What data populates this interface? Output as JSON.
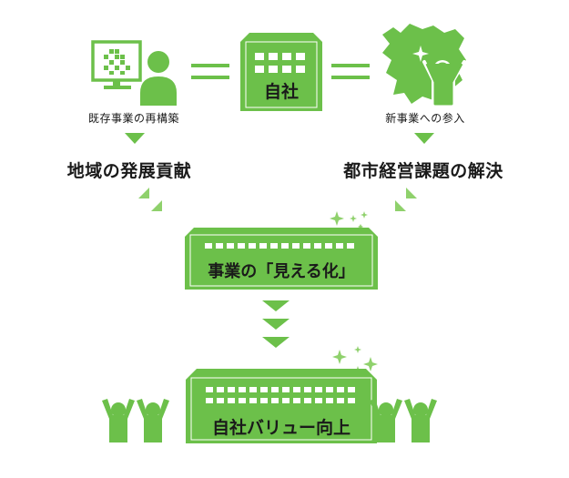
{
  "colors": {
    "green": "#6cc04a",
    "light_green": "#8fd16c",
    "bg": "#ffffff",
    "text": "#1a1a1a"
  },
  "top": {
    "left_caption": "既存事業の再構築",
    "center_label": "自社",
    "right_caption": "新事業への参入"
  },
  "middle": {
    "left_result": "地域の発展貢献",
    "right_result": "都市経営課題の解決"
  },
  "center_box": {
    "label": "事業の「見える化」"
  },
  "bottom_box": {
    "label": "自社バリュー向上"
  },
  "icons": [
    "computer-user-icon",
    "building-icon",
    "map-celebration-icon",
    "sparkle-icon",
    "cheering-people-icon"
  ]
}
